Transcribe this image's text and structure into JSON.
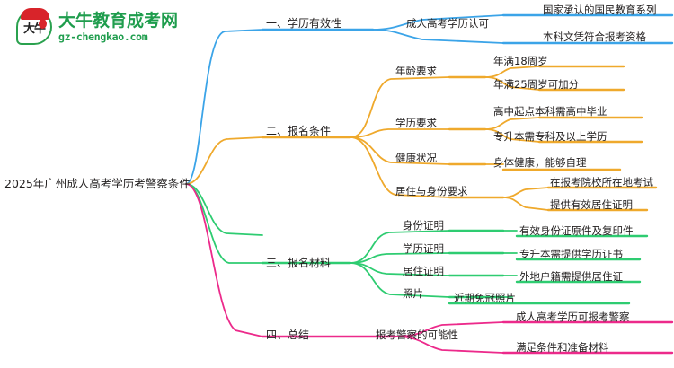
{
  "brand": {
    "logo_icon": "speech-bubble-logo-icon",
    "name": "大牛教育成考网",
    "site": "gz-chengkao.com",
    "brand_color": "#1f9d4d",
    "accent_color": "#d8242a"
  },
  "mindmap": {
    "root": {
      "label": "2025年广州成人高考学历考警察条件"
    },
    "colors": {
      "branch_1": "#3ba4e8",
      "branch_2": "#efa92c",
      "branch_3": "#2ecc71",
      "branch_4": "#ec2a8b"
    },
    "branches": [
      {
        "id": "branch-1",
        "label": "一、学历有效性",
        "color": "#3ba4e8",
        "children": [
          {
            "label": "成人高考学历认可",
            "children": [
              {
                "label": "国家承认的国民教育系列"
              },
              {
                "label": "本科文凭符合报考资格"
              }
            ]
          }
        ]
      },
      {
        "id": "branch-2",
        "label": "二、报名条件",
        "color": "#efa92c",
        "children": [
          {
            "label": "年龄要求",
            "children": [
              {
                "label": "年满18周岁"
              },
              {
                "label": "年满25周岁可加分"
              }
            ]
          },
          {
            "label": "学历要求",
            "children": [
              {
                "label": "高中起点本科需高中毕业"
              },
              {
                "label": "专升本需专科及以上学历"
              }
            ]
          },
          {
            "label": "健康状况",
            "children": [
              {
                "label": "身体健康，能够自理"
              }
            ]
          },
          {
            "label": "居住与身份要求",
            "children": [
              {
                "label": "在报考院校所在地考试"
              },
              {
                "label": "提供有效居住证明"
              }
            ]
          }
        ]
      },
      {
        "id": "branch-3",
        "label": "三、报名材料",
        "color": "#2ecc71",
        "children": [
          {
            "label": "身份证明",
            "children": [
              {
                "label": "有效身份证原件及复印件"
              }
            ]
          },
          {
            "label": "学历证明",
            "children": [
              {
                "label": "专升本需提供学历证书"
              }
            ]
          },
          {
            "label": "居住证明",
            "children": [
              {
                "label": "外地户籍需提供居住证"
              }
            ]
          },
          {
            "label": "照片",
            "children": [
              {
                "label": "近期免冠照片"
              }
            ]
          }
        ]
      },
      {
        "id": "branch-4",
        "label": "四、总结",
        "color": "#ec2a8b",
        "children": [
          {
            "label": "报考警察的可能性",
            "children": [
              {
                "label": "成人高考学历可报考警察"
              },
              {
                "label": "满足条件和准备材料"
              }
            ]
          }
        ]
      }
    ]
  }
}
